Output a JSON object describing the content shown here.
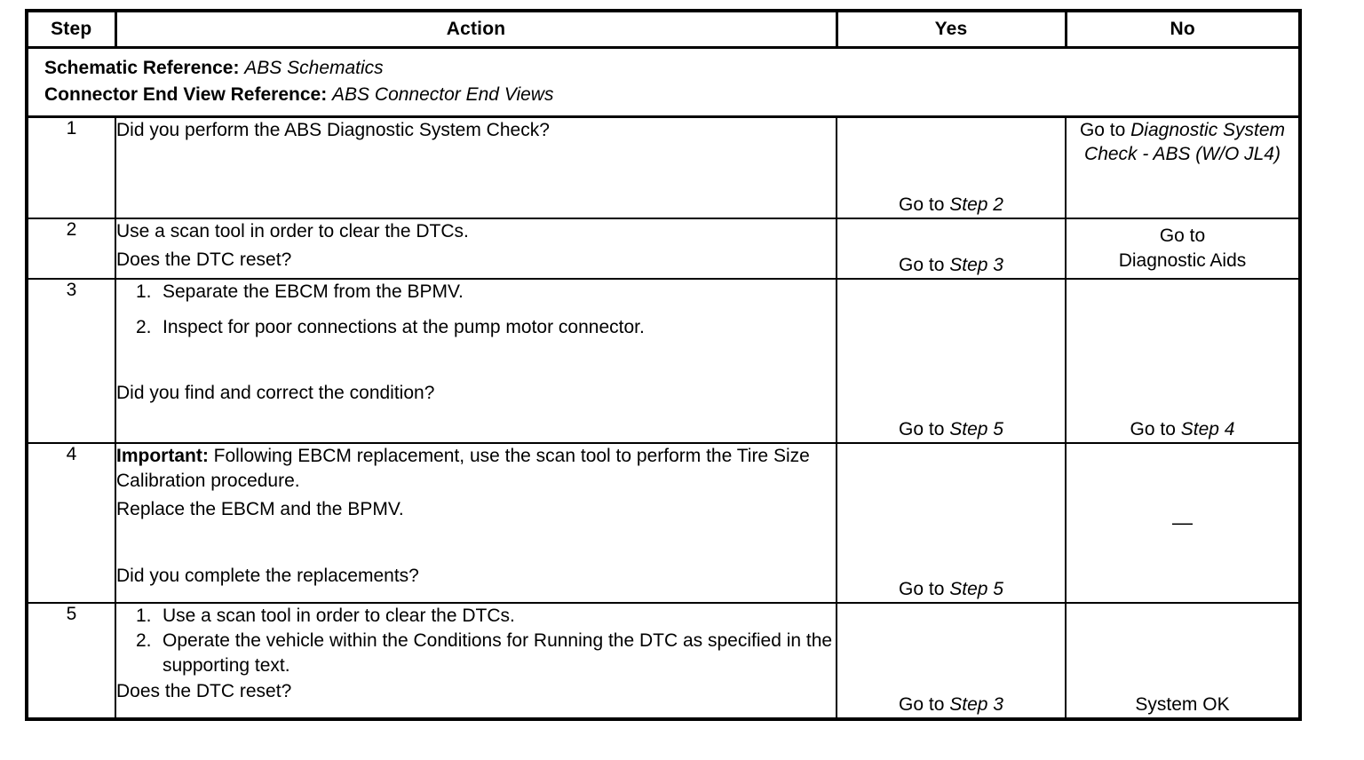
{
  "table": {
    "headers": {
      "step": "Step",
      "action": "Action",
      "yes": "Yes",
      "no": "No"
    },
    "references": [
      {
        "label": "Schematic Reference:",
        "value": "ABS Schematics"
      },
      {
        "label": "Connector End View Reference:",
        "value": "ABS Connector End Views"
      }
    ],
    "rows": [
      {
        "step": "1",
        "action": {
          "question": "Did you perform the ABS Diagnostic System Check?"
        },
        "yes": {
          "prefix": "Go to ",
          "ref": "Step 2"
        },
        "no": {
          "prefix": "Go to ",
          "ref": "Diagnostic System Check - ABS (W/O JL4)"
        }
      },
      {
        "step": "2",
        "action": {
          "line1": "Use a scan tool in order to clear the DTCs.",
          "question": "Does the DTC reset?"
        },
        "yes": {
          "prefix": "Go to ",
          "ref": "Step 3"
        },
        "no": {
          "line1": "Go to",
          "line2": "Diagnostic Aids"
        }
      },
      {
        "step": "3",
        "action": {
          "items": [
            {
              "num": "1.",
              "text": "Separate the EBCM from the BPMV."
            },
            {
              "num": "2.",
              "text": "Inspect for poor connections at the pump motor connector."
            }
          ],
          "question": "Did you find and correct the condition?"
        },
        "yes": {
          "prefix": "Go to ",
          "ref": "Step 5"
        },
        "no": {
          "prefix": "Go to ",
          "ref": "Step 4"
        }
      },
      {
        "step": "4",
        "action": {
          "important_label": "Important:",
          "important_text": " Following EBCM replacement, use the scan tool to perform the Tire Size Calibration procedure.",
          "line1": "Replace the EBCM and the BPMV.",
          "question": "Did you complete the replacements?"
        },
        "yes": {
          "prefix": "Go to ",
          "ref": "Step 5"
        },
        "no": {
          "dash": "—"
        }
      },
      {
        "step": "5",
        "action": {
          "items": [
            {
              "num": "1.",
              "text": "Use a scan tool in order to clear the DTCs."
            },
            {
              "num": "2.",
              "text": "Operate the vehicle within the Conditions for Running the DTC as specified in the supporting text."
            }
          ],
          "question": "Does the DTC reset?"
        },
        "yes": {
          "prefix": "Go to ",
          "ref": "Step 3"
        },
        "no": {
          "line1": "System OK"
        }
      }
    ]
  },
  "colors": {
    "ink": "#000000",
    "paper": "#ffffff"
  }
}
